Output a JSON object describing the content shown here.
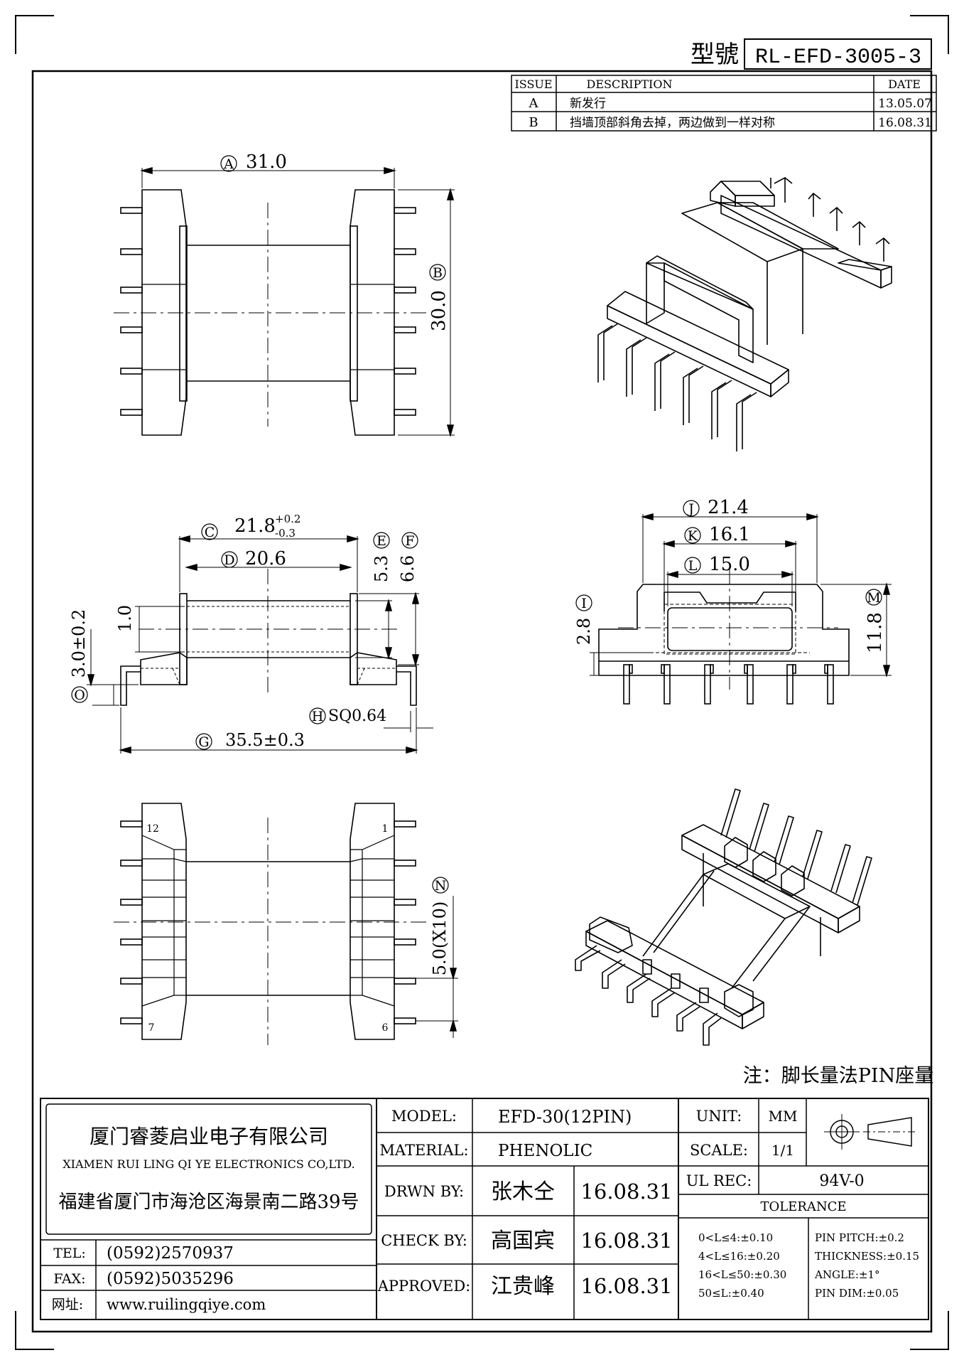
{
  "header": {
    "model_label": "型號",
    "model_no": "RL-EFD-3005-3"
  },
  "revision": {
    "headers": [
      "ISSUE",
      "DESCRIPTION",
      "DATE"
    ],
    "rows": [
      {
        "issue": "A",
        "description": "新发行",
        "date": "13.05.07"
      },
      {
        "issue": "B",
        "description": "挡墙顶部斜角去掉，两边做到一样对称",
        "date": "16.08.31"
      }
    ]
  },
  "top_view": {
    "dim_a": {
      "letter": "A",
      "value": "31.0"
    },
    "dim_b": {
      "letter": "B",
      "value": "30.0"
    }
  },
  "side_view": {
    "dim_c": {
      "letter": "C",
      "value": "21.8",
      "tol_plus": "+0.2",
      "tol_minus": "-0.3"
    },
    "dim_d": {
      "letter": "D",
      "value": "20.6"
    },
    "dim_e": {
      "letter": "E",
      "value": "5.3"
    },
    "dim_f": {
      "letter": "F",
      "value": "6.6"
    },
    "dim_1": "1.0",
    "dim_3": "3.0±0.2",
    "dim_o": {
      "letter": "O"
    },
    "dim_h": {
      "letter": "H",
      "value": "SQ0.64"
    },
    "dim_g": {
      "letter": "G",
      "value": "35.5±0.3"
    }
  },
  "front_view": {
    "dim_j": {
      "letter": "J",
      "value": "21.4"
    },
    "dim_k": {
      "letter": "K",
      "value": "16.1"
    },
    "dim_l": {
      "letter": "L",
      "value": "15.0"
    },
    "dim_i": {
      "letter": "I",
      "value": "2.8"
    },
    "dim_m": {
      "letter": "M",
      "value": "11.8"
    }
  },
  "bottom_view": {
    "pin_12": "12",
    "pin_1": "1",
    "pin_7": "7",
    "pin_6": "6",
    "dim_n": {
      "letter": "N",
      "value": "5.0(X10)"
    }
  },
  "note": "注：脚长量法PIN座量",
  "company": {
    "name_cn": "厦门睿菱启业电子有限公司",
    "name_en": "XIAMEN RUI LING QI YE ELECTRONICS CO,LTD.",
    "address": "福建省厦门市海沧区海景南二路39号",
    "tel_label": "TEL:",
    "tel": "(0592)2570937",
    "fax_label": "FAX:",
    "fax": "(0592)5035296",
    "web_label": "网址:",
    "web": "www.ruilingqiye.com"
  },
  "titleblock": {
    "model_label": "MODEL:",
    "model": "EFD-30(12PIN)",
    "material_label": "MATERIAL:",
    "material": "PHENOLIC",
    "drawn_label": "DRWN BY:",
    "drawn_name": "张木仝",
    "drawn_date": "16.08.31",
    "check_label": "CHECK BY:",
    "check_name": "高国宾",
    "check_date": "16.08.31",
    "approved_label": "APPROVED:",
    "approved_name": "江贵峰",
    "approved_date": "16.08.31",
    "unit_label": "UNIT:",
    "unit": "MM",
    "scale_label": "SCALE:",
    "scale": "1/1",
    "ulrec_label": "UL REC:",
    "ulrec": "94V-0",
    "tolerance_label": "TOLERANCE",
    "tol_rows": [
      "0<L≤4:±0.10",
      "4<L≤16:±0.20",
      "16<L≤50:±0.30",
      "50≤L:±0.40"
    ],
    "tol_right": [
      "PIN PITCH:±0.2",
      "THICKNESS:±0.15",
      "ANGLE:±1°",
      "PIN DIM:±0.05"
    ]
  }
}
